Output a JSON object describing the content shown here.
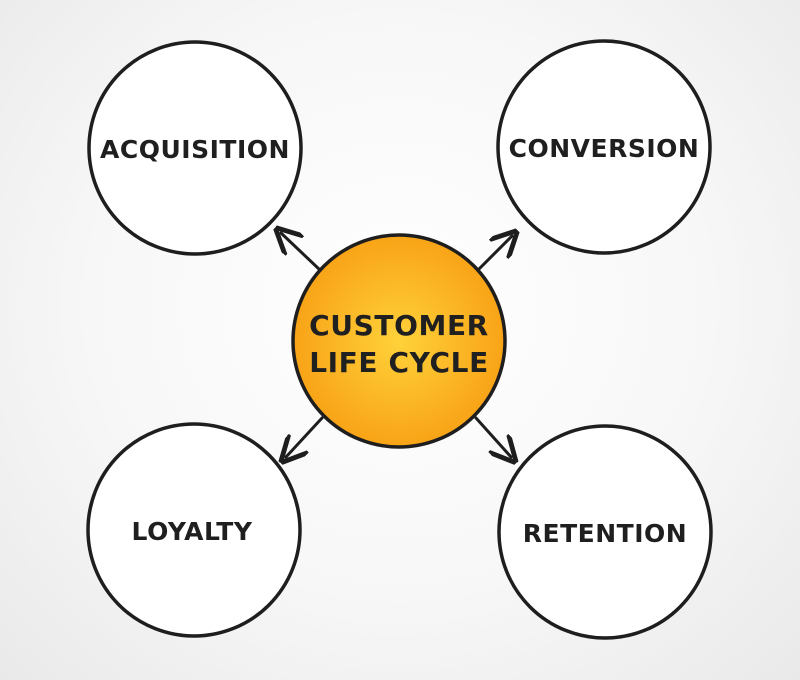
{
  "diagram": {
    "center": {
      "line1": "CUSTOMER",
      "line2": "LIFE CYCLE"
    },
    "nodes": {
      "acquisition": "ACQUISITION",
      "conversion": "CONVERSION",
      "loyalty": "LOYALTY",
      "retention": "RETENTION"
    },
    "colors": {
      "center_fill_light": "#ffd23a",
      "center_fill_dark": "#f79a10",
      "stroke": "#1e1e1e",
      "node_fill": "#ffffff"
    }
  }
}
